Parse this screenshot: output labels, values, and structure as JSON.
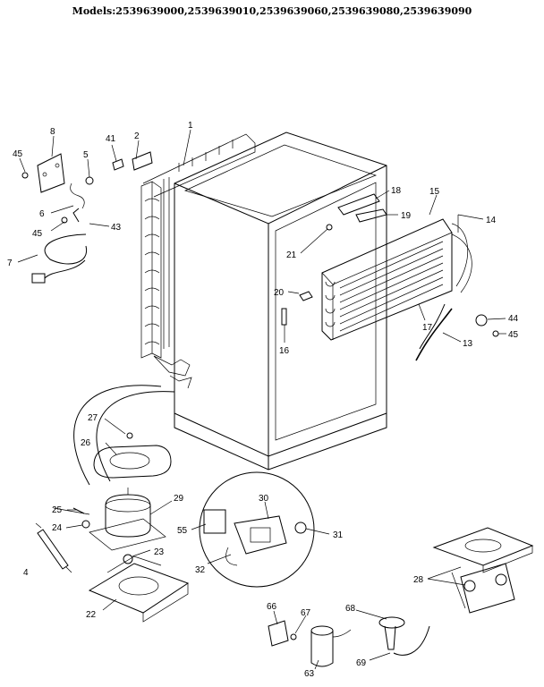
{
  "title": "Models:2539639000,2539639010,2539639060,2539639080,2539639090",
  "callouts": [
    "1",
    "2",
    "4",
    "5",
    "6",
    "7",
    "8",
    "13",
    "14",
    "15",
    "16",
    "17",
    "18",
    "19",
    "20",
    "21",
    "22",
    "23",
    "24",
    "25",
    "26",
    "27",
    "28",
    "29",
    "30",
    "31",
    "32",
    "41",
    "43",
    "44",
    "45",
    "55",
    "63",
    "66",
    "67",
    "68",
    "69"
  ],
  "labels": {
    "p1": "1",
    "p2": "2",
    "p4": "4",
    "p5": "5",
    "p6": "6",
    "p7": "7",
    "p8": "8",
    "p13": "13",
    "p14": "14",
    "p15": "15",
    "p16": "16",
    "p17": "17",
    "p18": "18",
    "p19": "19",
    "p20": "20",
    "p21": "21",
    "p22": "22",
    "p23": "23",
    "p24": "24",
    "p25": "25",
    "p26": "26",
    "p27": "27",
    "p28": "28",
    "p29": "29",
    "p30": "30",
    "p31": "31",
    "p32": "32",
    "p41": "41",
    "p43": "43",
    "p44": "44",
    "p45a": "45",
    "p45b": "45",
    "p45c": "45",
    "p55": "55",
    "p63": "63",
    "p66": "66",
    "p67": "67",
    "p68": "68",
    "p69": "69"
  }
}
